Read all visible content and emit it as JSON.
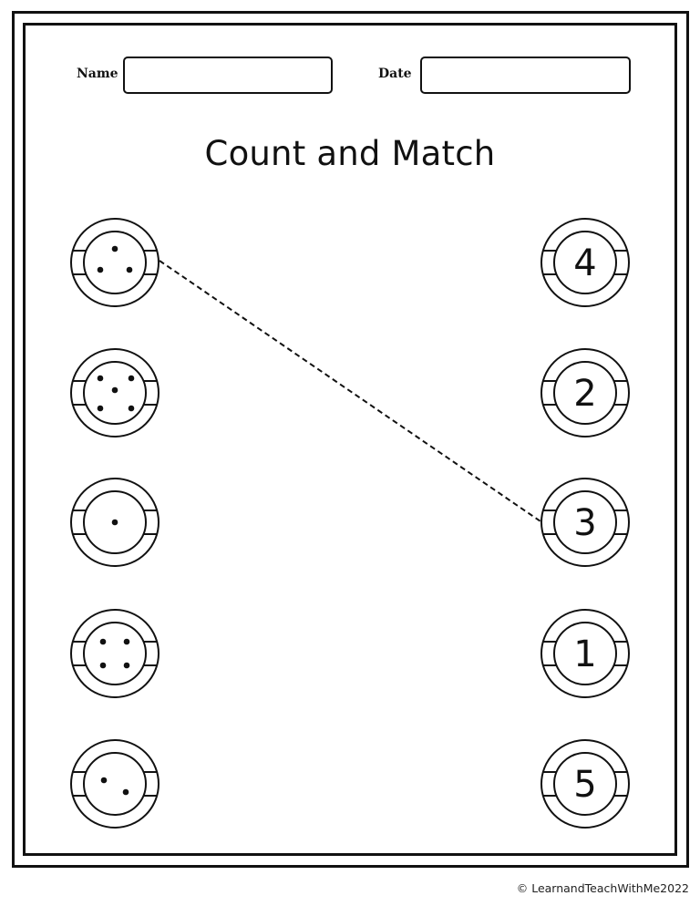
{
  "header": {
    "name_label": "Name",
    "name_value": "",
    "date_label": "Date",
    "date_value": ""
  },
  "title": "Count and Match",
  "left_items": [
    {
      "label": "3 dots",
      "dots": 3,
      "dot_positions": [
        [
          0,
          -15
        ],
        [
          -16,
          8
        ],
        [
          16,
          8
        ]
      ]
    },
    {
      "label": "5 dots",
      "dots": 5,
      "dot_positions": [
        [
          -16,
          -16
        ],
        [
          18,
          -16
        ],
        [
          0,
          -3
        ],
        [
          -16,
          17
        ],
        [
          18,
          17
        ]
      ]
    },
    {
      "label": "1 dot",
      "dots": 1,
      "dot_positions": [
        [
          0,
          0
        ]
      ]
    },
    {
      "label": "4 dots",
      "dots": 4,
      "dot_positions": [
        [
          -13,
          -13
        ],
        [
          13,
          -13
        ],
        [
          -13,
          13
        ],
        [
          13,
          13
        ]
      ]
    },
    {
      "label": "2 dots",
      "dots": 2,
      "dot_positions": [
        [
          -12,
          -4
        ],
        [
          12,
          9
        ]
      ]
    }
  ],
  "right_items": [
    {
      "number": "4"
    },
    {
      "number": "2"
    },
    {
      "number": "3"
    },
    {
      "number": "1"
    },
    {
      "number": "5"
    }
  ],
  "example_match": {
    "from_left_index": 0,
    "to_right_index": 2,
    "style": "dashed"
  },
  "footer": {
    "copyright": "© LearnandTeachWithMe2022"
  },
  "colors": {
    "ink": "#111111",
    "background": "#ffffff"
  }
}
